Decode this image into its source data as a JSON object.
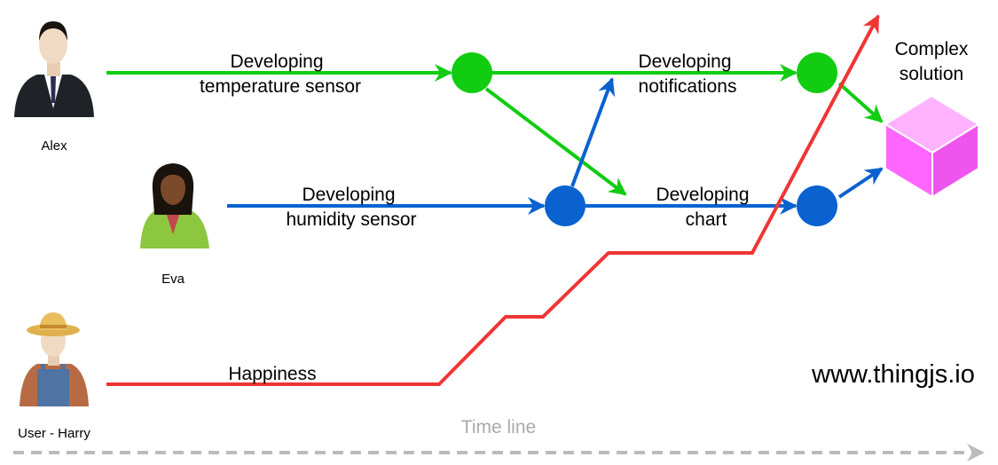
{
  "people": [
    {
      "id": "alex",
      "name": "Alex",
      "icon": "businessman-icon"
    },
    {
      "id": "eva",
      "name": "Eva",
      "icon": "businesswoman-icon"
    },
    {
      "id": "harry",
      "name": "User - Harry",
      "icon": "farmer-user-icon"
    }
  ],
  "tasks": {
    "temperature": {
      "line1": "Developing",
      "line2": "temperature sensor"
    },
    "humidity": {
      "line1": "Developing",
      "line2": "humidity sensor"
    },
    "notifications": {
      "line1": "Developing",
      "line2": "notifications"
    },
    "chart": {
      "line1": "Developing",
      "line2": "chart"
    }
  },
  "happiness_label": "Happiness",
  "result": {
    "line1": "Complex",
    "line2": "solution",
    "icon": "cube-icon"
  },
  "website": "www.thingjs.io",
  "timeline_label": "Time line",
  "colors": {
    "alex_track": "#11cc11",
    "eva_track": "#0a62d0",
    "happiness": "#f03535",
    "cube": "#ff66ff",
    "timeline": "#bbbbbb"
  }
}
